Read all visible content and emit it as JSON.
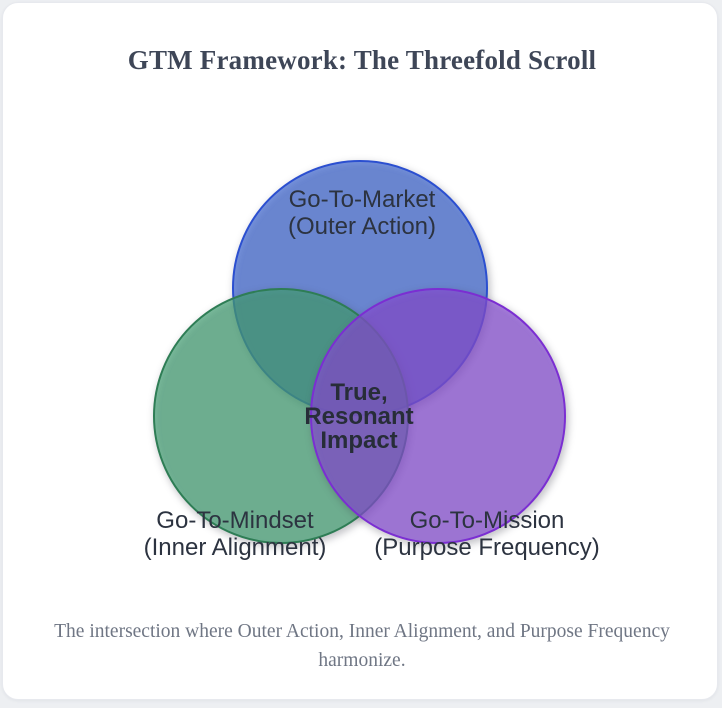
{
  "title": "GTM Framework: The Threefold Scroll",
  "caption": "The intersection where Outer Action, Inner Alignment, and Purpose Frequency harmonize.",
  "colors": {
    "page_background": "#edeff2",
    "card_background": "#ffffff",
    "title_text": "#3e4657",
    "label_text": "#2c3340",
    "center_label_text": "#272d38",
    "caption_text": "#6f7684"
  },
  "diagram": {
    "type": "venn",
    "fill_opacity": 0.68,
    "circles": [
      {
        "name": "go-to-market",
        "label_line1": "Go-To-Market",
        "label_line2": "(Outer Action)",
        "fill": "#3d65d1",
        "stroke": "#2b4fd0"
      },
      {
        "name": "go-to-mindset",
        "label_line1": "Go-To-Mindset",
        "label_line2": "(Inner Alignment)",
        "fill": "#43a173",
        "stroke": "#2e7d55"
      },
      {
        "name": "go-to-mission",
        "label_line1": "Go-To-Mission",
        "label_line2": "(Purpose Frequency)",
        "fill": "#884dd6",
        "stroke": "#7b2ed2"
      }
    ],
    "center_label": {
      "line1": "True,",
      "line2": "Resonant",
      "line3": "Impact"
    }
  }
}
